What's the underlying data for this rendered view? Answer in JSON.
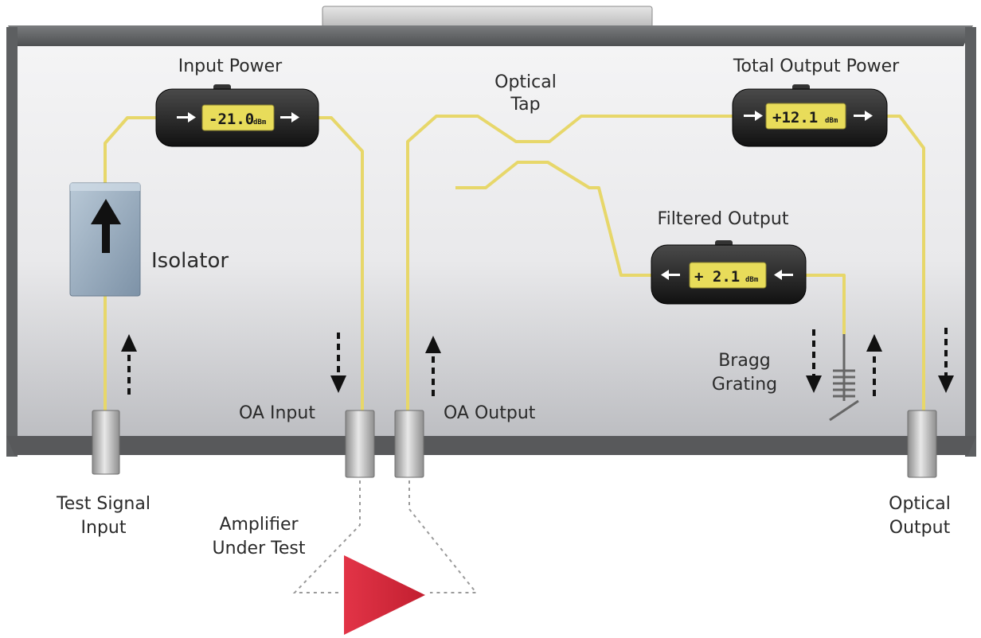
{
  "labels": {
    "input_power": "Input Power",
    "optical_tap_line1": "Optical",
    "optical_tap_line2": "Tap",
    "total_output_power": "Total Output Power",
    "isolator": "Isolator",
    "filtered_output": "Filtered Output",
    "bragg_line1": "Bragg",
    "bragg_line2": "Grating",
    "oa_input": "OA Input",
    "oa_output": "OA Output",
    "test_signal_line1": "Test Signal",
    "test_signal_line2": "Input",
    "amplifier_line1": "Amplifier",
    "amplifier_line2": "Under Test",
    "optical_output_line1": "Optical",
    "optical_output_line2": "Output"
  },
  "meters": {
    "input_power": {
      "reading": "-21.0",
      "unit": "dBm"
    },
    "total_output": {
      "reading": "+12.1",
      "unit": "dBm"
    },
    "filtered_output": {
      "reading": "+ 2.1",
      "unit": "dBm"
    }
  },
  "colors": {
    "fiber": "#e7d76a",
    "amplifier": "#d0283a",
    "lcd": "#e8dc5a",
    "chassis": "#606365"
  }
}
